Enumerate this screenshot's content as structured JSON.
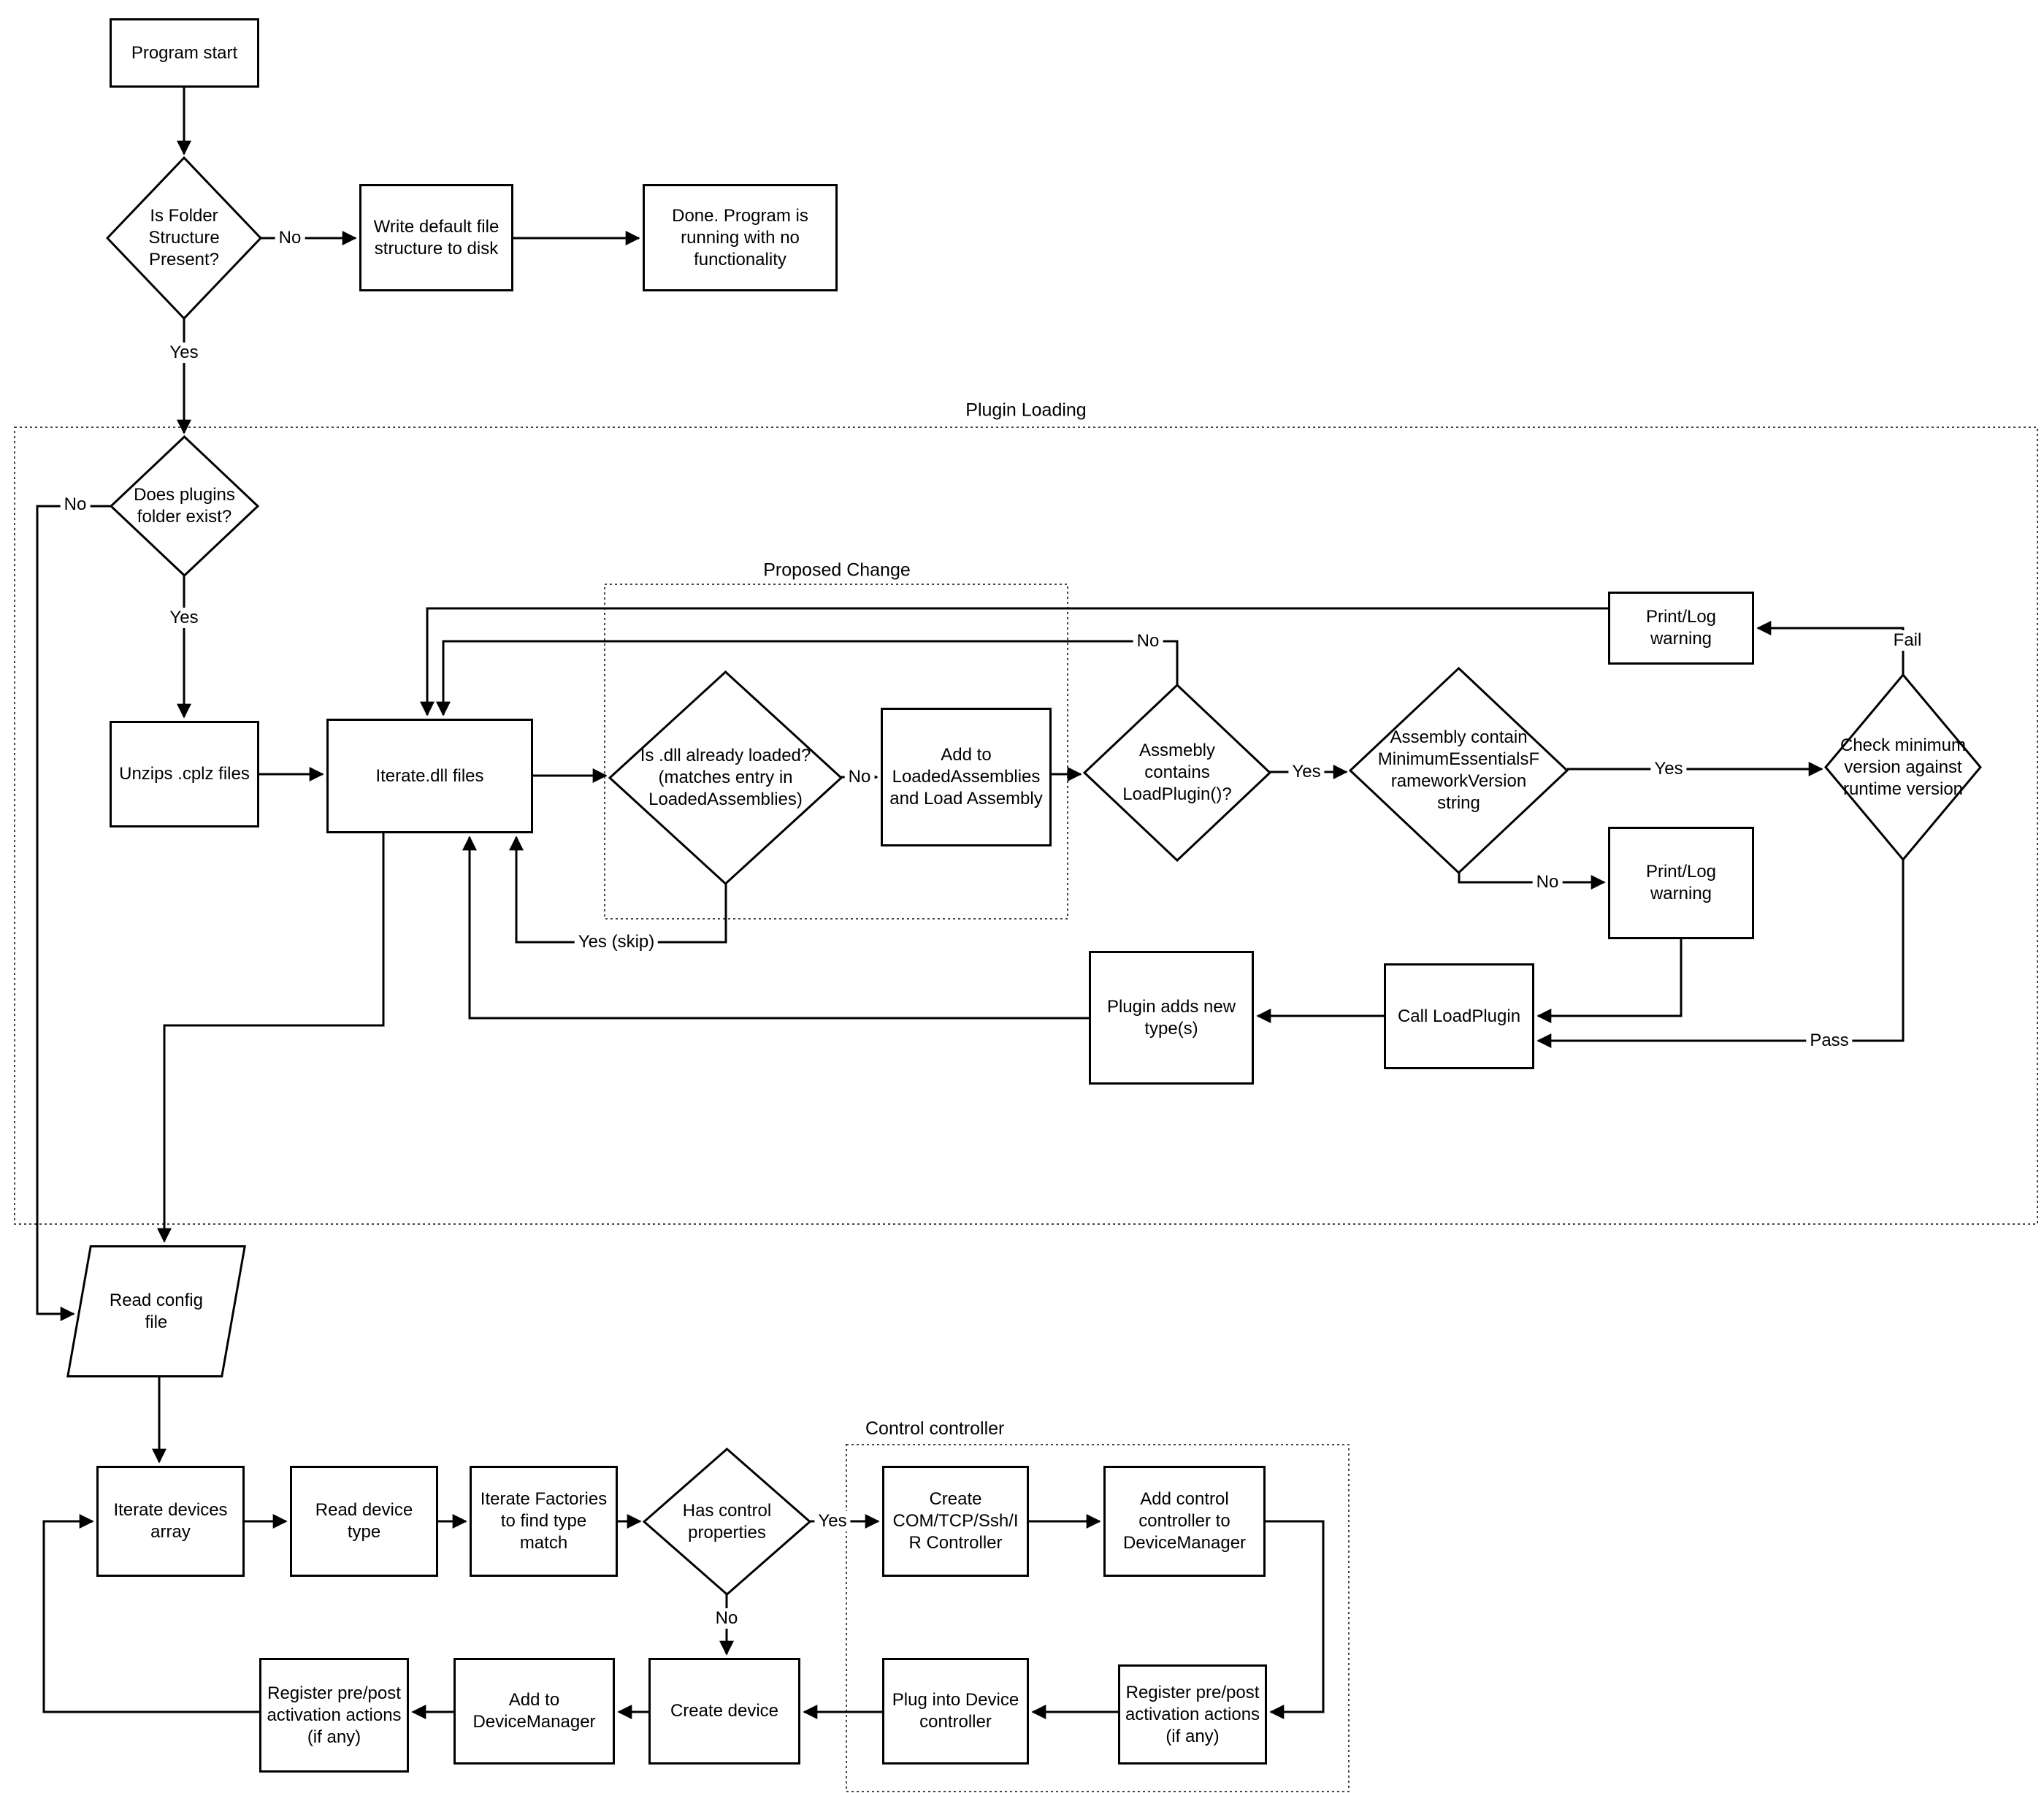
{
  "containers": {
    "plugin_loading": "Plugin Loading",
    "proposed_change": "Proposed Change",
    "control_controller": "Control controller"
  },
  "nodes": {
    "program_start": "Program start",
    "is_folder_structure": "Is Folder Structure Present?",
    "write_default": "Write default file structure to disk",
    "done": "Done.  Program is running with no functionality",
    "plugins_folder": "Does plugins folder exist?",
    "unzips": "Unzips .cplz files",
    "iterate_dll": "Iterate.dll files",
    "dll_loaded": "Is .dll already loaded? (matches entry in LoadedAssemblies)",
    "add_loaded": "Add to LoadedAssemblies and Load Assembly",
    "assembly_loadplugin": "Assmebly contains LoadPlugin()?",
    "min_framework": "Assembly contain MinimumEssentialsFrameworkVersion string",
    "check_min": "Check minimum version against runtime version",
    "printlog_top": "Print/Log warning",
    "printlog_mid": "Print/Log warning",
    "call_loadplugin": "Call LoadPlugin",
    "plugin_adds": "Plugin adds new type(s)",
    "read_config": "Read config file",
    "iterate_devices": "Iterate devices array",
    "read_device_type": "Read device type",
    "iterate_factories": "Iterate Factories to find type match",
    "has_control": "Has control properties",
    "create_com": "Create COM/TCP/Ssh/IR Controller",
    "add_control": "Add control controller to DeviceManager",
    "register_post_right": "Register pre/post activation actions (if any)",
    "plug_into": "Plug into Device controller",
    "create_device": "Create device",
    "add_to_dm": "Add to DeviceManager",
    "register_post_left": "Register pre/post activation actions (if any)"
  },
  "edge_labels": {
    "folder_no": "No",
    "folder_yes": "Yes",
    "plugins_no": "No",
    "plugins_yes": "Yes",
    "dll_no": "No",
    "dll_yes_skip": "Yes (skip)",
    "loadplugin_yes": "Yes",
    "loadplugin_no": "No",
    "minver_yes": "Yes",
    "minver_no": "No",
    "check_fail": "Fail",
    "check_pass": "Pass",
    "control_yes": "Yes",
    "control_no": "No"
  },
  "colors": {
    "stroke": "#000000",
    "background": "#ffffff"
  }
}
